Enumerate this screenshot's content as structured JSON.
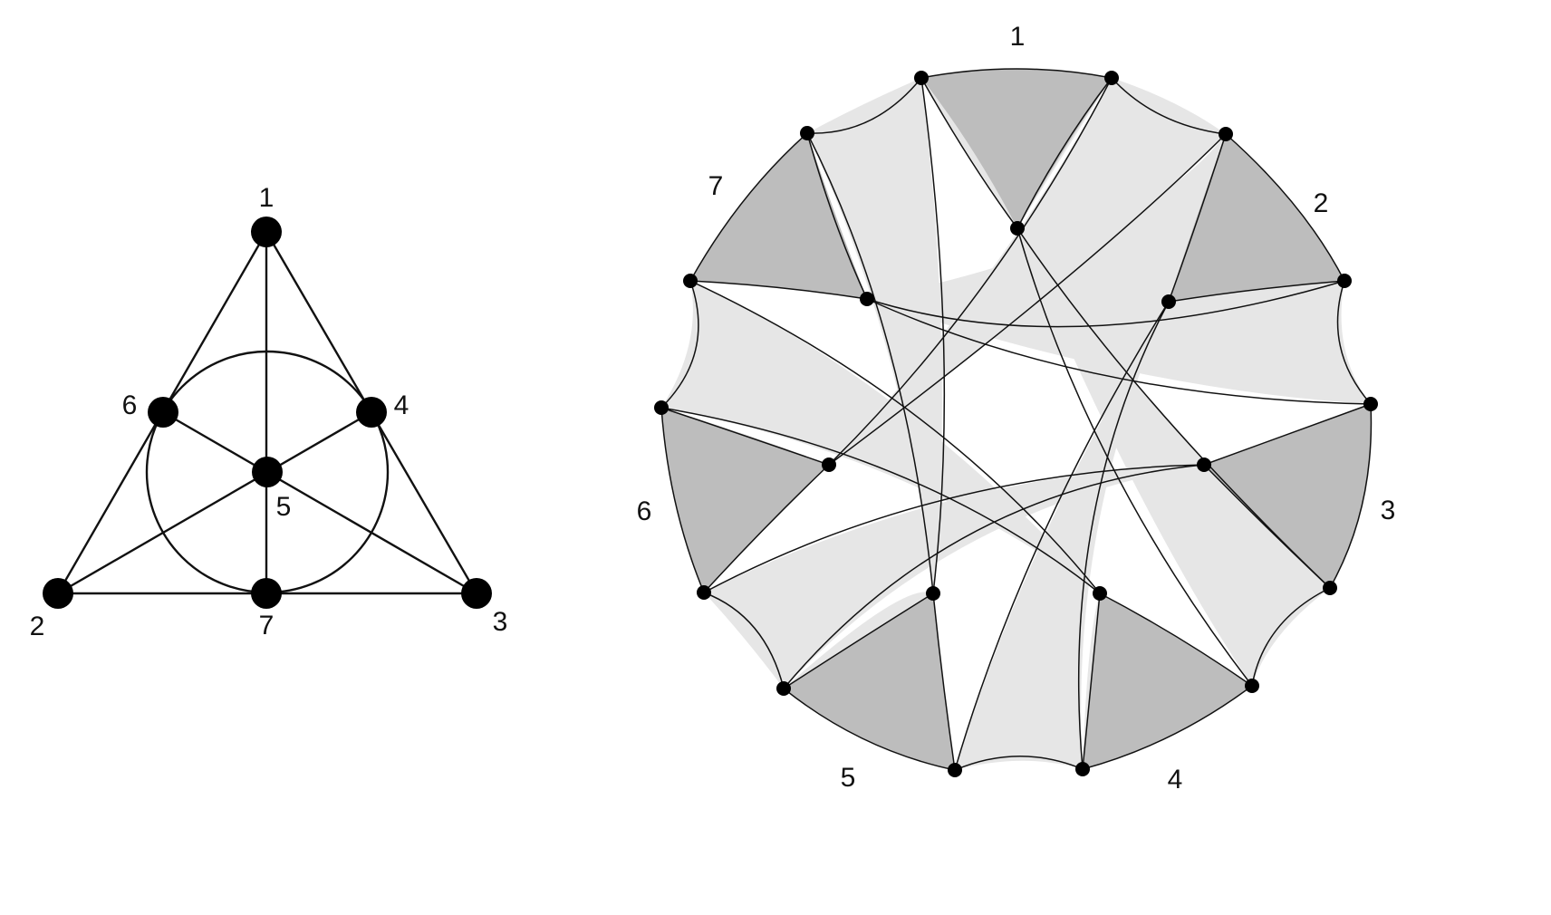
{
  "fano": {
    "points": [
      {
        "id": "1",
        "label": "1"
      },
      {
        "id": "2",
        "label": "2"
      },
      {
        "id": "3",
        "label": "3"
      },
      {
        "id": "4",
        "label": "4"
      },
      {
        "id": "5",
        "label": "5"
      },
      {
        "id": "6",
        "label": "6"
      },
      {
        "id": "7",
        "label": "7"
      }
    ]
  },
  "ring": {
    "labels": [
      "1",
      "2",
      "3",
      "4",
      "5",
      "6",
      "7"
    ]
  }
}
